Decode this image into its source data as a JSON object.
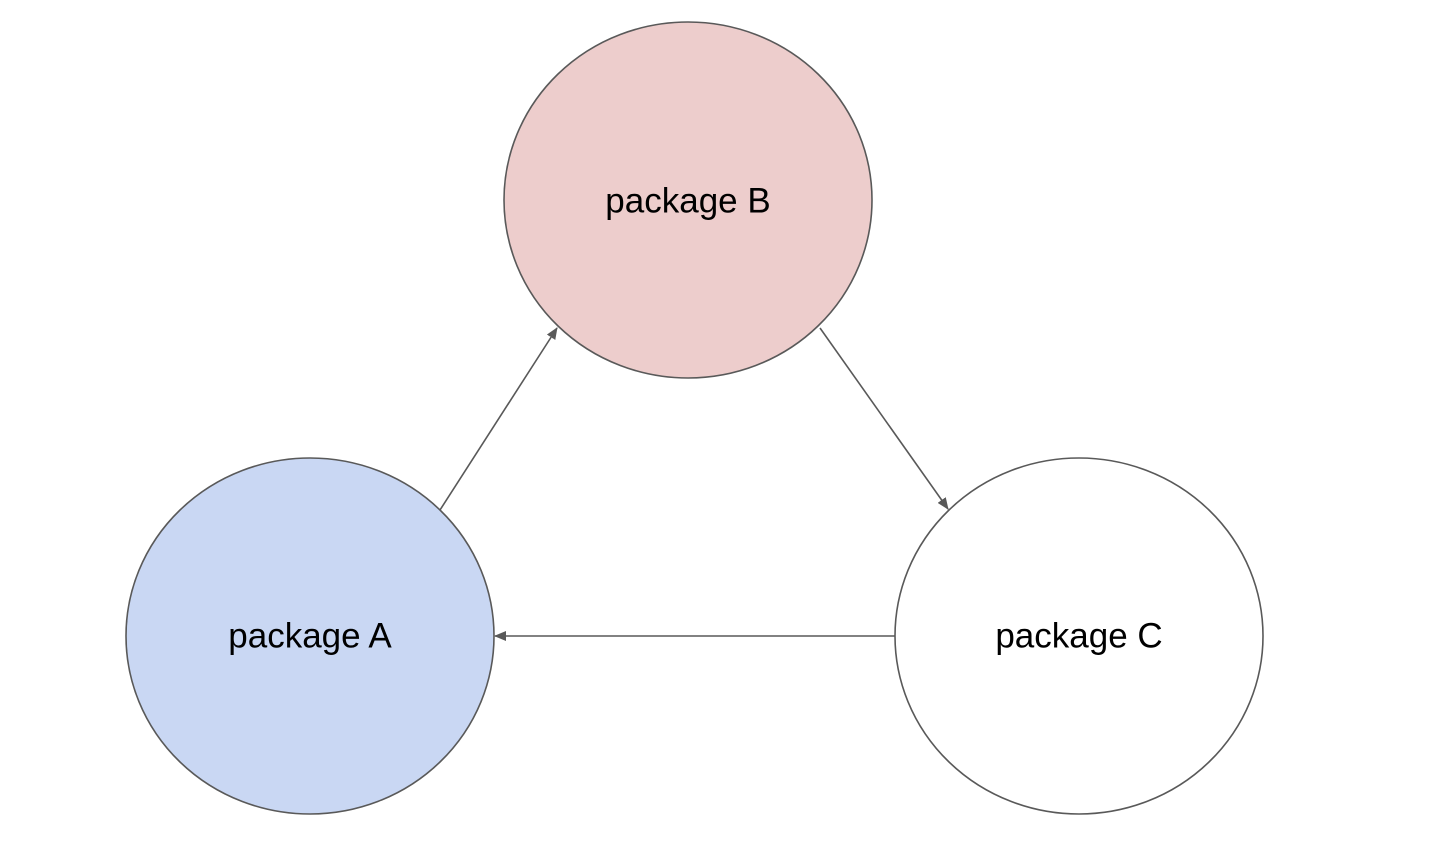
{
  "diagram": {
    "type": "directed-graph",
    "edge_color": "#595959",
    "node_border_color": "#595959",
    "nodes": [
      {
        "id": "a",
        "label": "package A",
        "fill": "#c9d7f3"
      },
      {
        "id": "b",
        "label": "package B",
        "fill": "#edcdcc"
      },
      {
        "id": "c",
        "label": "package C",
        "fill": "#ffffff"
      }
    ],
    "edges": [
      {
        "from": "a",
        "to": "b"
      },
      {
        "from": "b",
        "to": "c"
      },
      {
        "from": "c",
        "to": "a"
      }
    ]
  }
}
